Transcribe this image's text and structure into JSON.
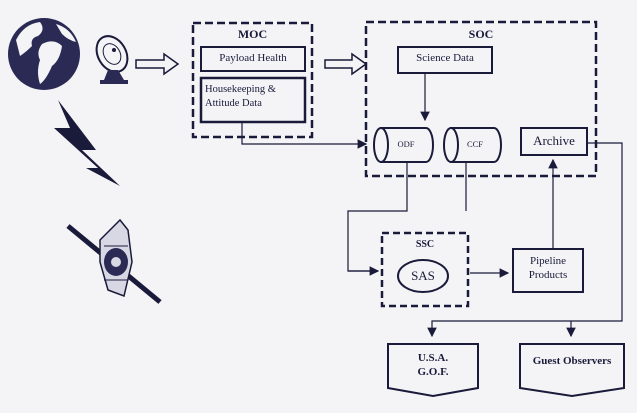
{
  "moc": {
    "title": "MOC",
    "payload": "Payload Health",
    "housekeeping_line1": "Housekeeping &",
    "housekeeping_line2": "Attitude Data"
  },
  "soc": {
    "title": "SOC",
    "science": "Science Data",
    "odf": "ODF",
    "ccf": "CCF",
    "archive": "Archive"
  },
  "ssc": {
    "title": "SSC",
    "sas": "SAS"
  },
  "pipeline": {
    "line1": "Pipeline",
    "line2": "Products"
  },
  "outputs": {
    "usa_line1": "U.S.A.",
    "usa_line2": "G.O.F.",
    "guest": "Guest Observers"
  },
  "colors": {
    "ink": "#1a1a3a",
    "background": "#f4f4f7"
  }
}
